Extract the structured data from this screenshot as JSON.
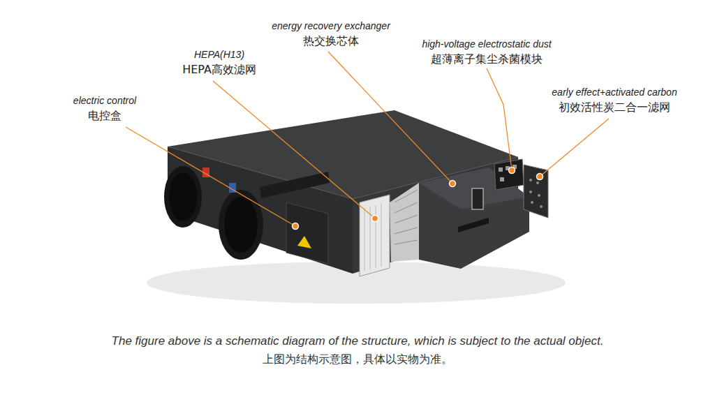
{
  "diagram": {
    "caption": "The figure above is a schematic diagram of the structure, which is subject to the actual object.",
    "labels": [
      "energy recovery exchanger",
      "热交换芯体",
      "high-voltage electrostatic dust",
      "超薄离子集尘杀菌模块",
      "HEPA(H13)",
      "HEPA高效滤网",
      "early effect+activated carbon",
      "初效活性炭二合一滤网",
      "electric control",
      "电控盒",
      "上图为结构示意图，具体以实物为准。"
    ]
  }
}
